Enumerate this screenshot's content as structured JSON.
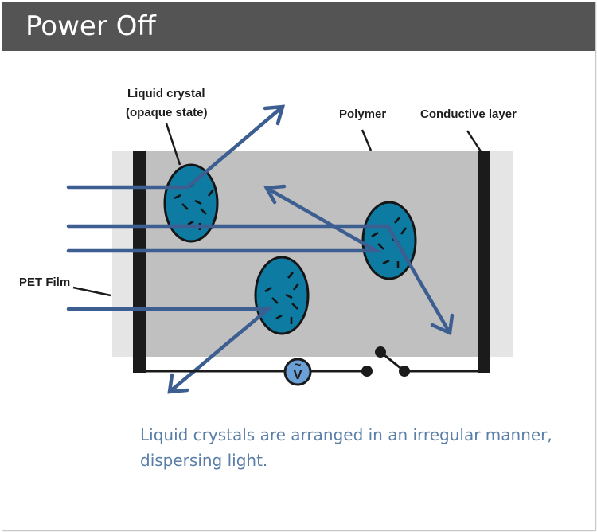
{
  "header": {
    "title": "Power Off"
  },
  "labels": {
    "liquid_crystal_line1": "Liquid crystal",
    "liquid_crystal_line2": "(opaque state)",
    "polymer": "Polymer",
    "conductive_layer": "Conductive layer",
    "pet_film": "PET Film",
    "voltage_symbol": "V",
    "voltage_tilde": "~"
  },
  "caption": {
    "line1": "Liquid crystals are arranged in an irregular manner,",
    "line2": "dispersing light."
  },
  "colors": {
    "header_bg": "#545454",
    "light_ray": "#3d5e91",
    "crystal_fill": "#0e7ba3",
    "polymer": "#c0c0c0",
    "pet_film": "#e5e5e5",
    "conductive": "#1b1b1b",
    "voltage_fill": "#6aa0d6",
    "caption": "#5a7ea7"
  },
  "circuit": {
    "switch_state": "open"
  }
}
